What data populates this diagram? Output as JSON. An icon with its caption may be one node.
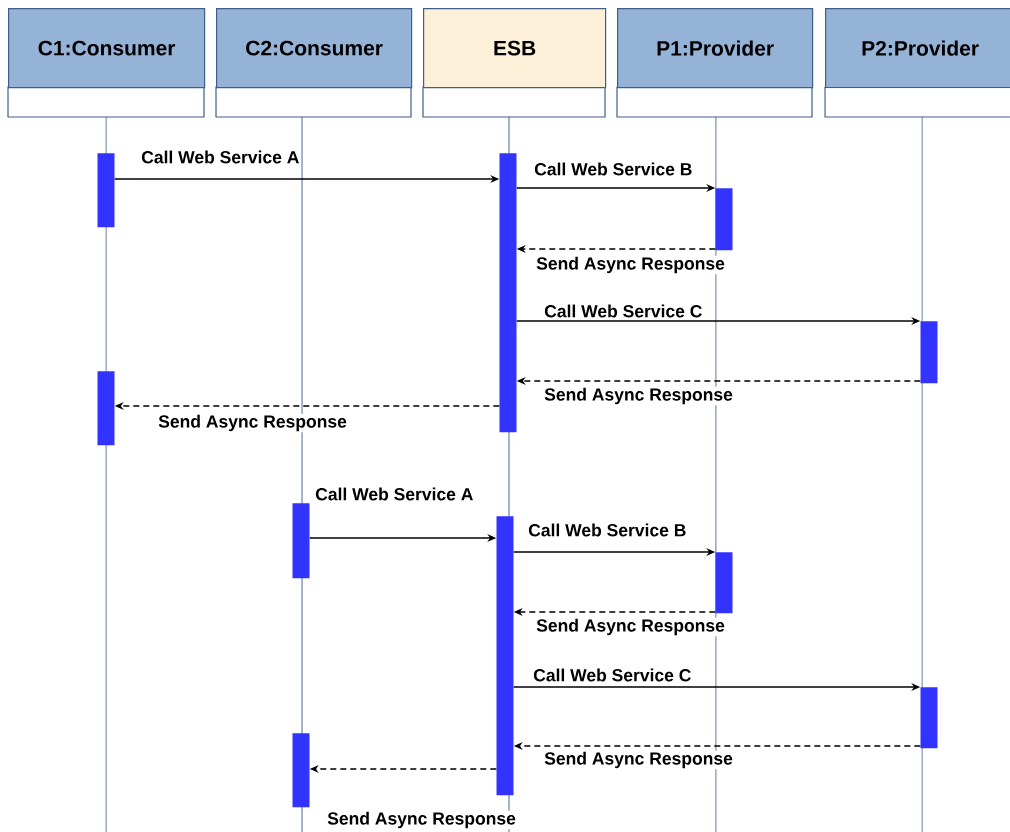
{
  "diagram": {
    "nodes": [
      {
        "text": [
          "C1:Consumer"
        ]
      },
      {
        "text": [
          "C2:Consumer"
        ]
      },
      {
        "text": [
          "ESB"
        ]
      },
      {
        "text": [
          "P1:Provider"
        ]
      },
      {
        "text": [
          "P2:Provider"
        ]
      },
      {
        "text": [],
        "shape": "bar"
      },
      {
        "text": [],
        "shape": "bar"
      },
      {
        "text": [],
        "shape": "bar"
      },
      {
        "text": [],
        "shape": "bar"
      },
      {
        "text": [],
        "shape": "bar"
      },
      {
        "text": [],
        "shape": "bar"
      },
      {
        "text": [],
        "shape": "bar"
      },
      {
        "text": [],
        "shape": "bar"
      },
      {
        "text": [],
        "shape": "bar"
      },
      {
        "text": [],
        "shape": "bar"
      }
    ],
    "edges": [
      {
        "from": 5,
        "to": 6,
        "arrow": "to",
        "label": "Call Web Service A"
      },
      {
        "from": 6,
        "to": 7,
        "arrow": "to",
        "label": "Call Web Service B"
      },
      {
        "from": 7,
        "to": 6,
        "arrow": "to",
        "label": "Send Async Response",
        "style": "dashed"
      },
      {
        "from": 6,
        "to": 8,
        "arrow": "to",
        "label": "Call Web Service C"
      },
      {
        "from": 8,
        "to": 6,
        "arrow": "to",
        "label": "Send Async Response",
        "style": "dashed"
      },
      {
        "from": 6,
        "to": 9,
        "arrow": "to",
        "label": "Send Async Response",
        "style": "dashed"
      },
      {
        "from": 10,
        "to": 11,
        "arrow": "to",
        "label": "Call Web Service A"
      },
      {
        "from": 11,
        "to": 12,
        "arrow": "to",
        "label": "Call Web Service B"
      },
      {
        "from": 12,
        "to": 11,
        "arrow": "to",
        "label": "Send Async Response",
        "style": "dashed"
      },
      {
        "from": 11,
        "to": 13,
        "arrow": "to",
        "label": "Call Web Service C"
      },
      {
        "from": 13,
        "to": 11,
        "arrow": "to",
        "label": "Send Async Response",
        "style": "dashed"
      },
      {
        "from": 11,
        "to": 14,
        "arrow": "to",
        "label": "Send Async Response",
        "style": "dashed"
      }
    ]
  }
}
